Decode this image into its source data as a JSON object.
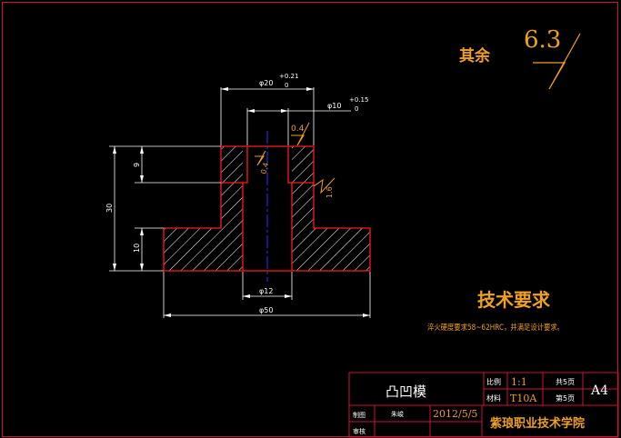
{
  "colors": {
    "background": "#000000",
    "frame": "#d0103a",
    "outline": "#ff1a1a",
    "dimension": "#ffffff",
    "centerline": "#3030ff",
    "annotation": "#f0a020",
    "hatch": "#ffffff"
  },
  "roughness_default": {
    "label": "其余",
    "value": "6.3"
  },
  "dimensions": {
    "outer_dia": {
      "text": "φ20",
      "tol_upper": "+0.21",
      "tol_lower": "0"
    },
    "hole_dia": {
      "text": "φ10",
      "tol_upper": "+0.15",
      "tol_lower": "0"
    },
    "roughness_top": "0.4",
    "roughness_hole": "0.4",
    "roughness_side": "1.6",
    "height_9": "9",
    "height_30": "30",
    "height_10": "10",
    "bottom_dia_12": "φ12",
    "base_dia_50": "φ50"
  },
  "requirements": {
    "title": "技术要求",
    "text": "淬火硬度要求58~62HRC，并满足设计要求。"
  },
  "title_block": {
    "part_name": "凸凹模",
    "scale_label": "比例",
    "scale_value": "1:1",
    "material_label": "材料",
    "material_value": "T10A",
    "sheet_total": "共5页",
    "sheet_no": "第5页",
    "paper_size": "A4",
    "drawn_label": "制图",
    "drawn_by": "朱峻",
    "date": "2012/5/5",
    "checked_label": "审核",
    "school": "紫琅职业技术学院"
  }
}
